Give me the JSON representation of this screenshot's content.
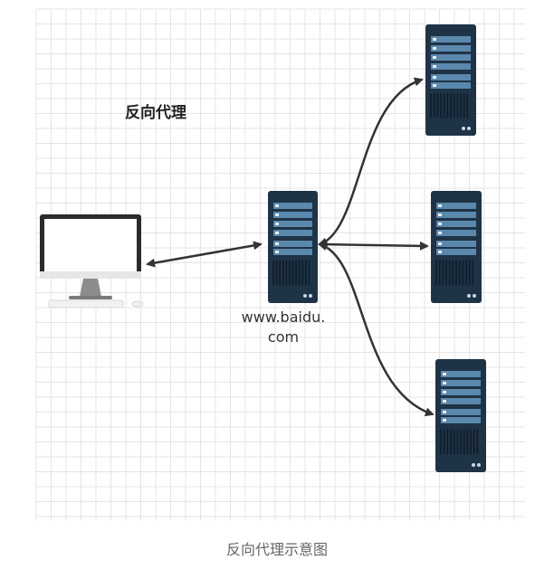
{
  "diagram": {
    "title": "反向代理",
    "proxy_host_line1": "www.baidu.",
    "proxy_host_line2": "com",
    "caption": "反向代理示意图"
  },
  "nodes": [
    {
      "id": "client",
      "kind": "desktop-computer"
    },
    {
      "id": "reverse-proxy",
      "kind": "server"
    },
    {
      "id": "server-1",
      "kind": "server"
    },
    {
      "id": "server-2",
      "kind": "server"
    },
    {
      "id": "server-3",
      "kind": "server"
    }
  ],
  "edges": [
    {
      "from": "client",
      "to": "reverse-proxy",
      "direction": "both"
    },
    {
      "from": "reverse-proxy",
      "to": "server-1",
      "direction": "both"
    },
    {
      "from": "reverse-proxy",
      "to": "server-2",
      "direction": "both"
    },
    {
      "from": "reverse-proxy",
      "to": "server-3",
      "direction": "both"
    }
  ],
  "colors": {
    "server_body": "#1f3346",
    "server_panel": "#5b88ad",
    "arrow": "#333333",
    "grid": "#e4e4e4"
  }
}
